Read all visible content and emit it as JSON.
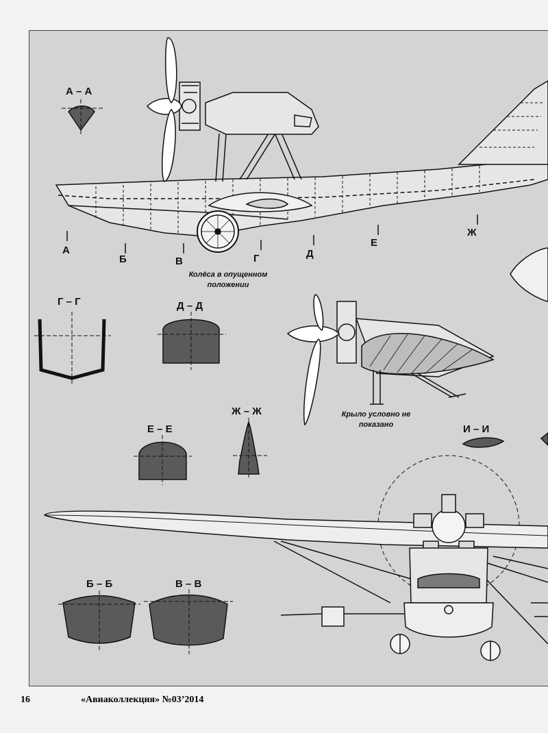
{
  "sections": {
    "aa": "А – А",
    "gg": "Г – Г",
    "dd": "Д – Д",
    "ee": "Е – Е",
    "zhzh": "Ж – Ж",
    "ii": "И – И",
    "bb": "Б – Б",
    "vv": "В – В"
  },
  "station_marks": [
    "А",
    "Б",
    "В",
    "Г",
    "Д",
    "Е",
    "Ж"
  ],
  "notes": {
    "wheels_line1": "Колёса в опущенном",
    "wheels_line2": "положении",
    "wing_line1": "Крыло условно не",
    "wing_line2": "показано"
  },
  "footer": {
    "page_number": "16",
    "magazine": "«Авиаколлекция» №03’2014"
  }
}
